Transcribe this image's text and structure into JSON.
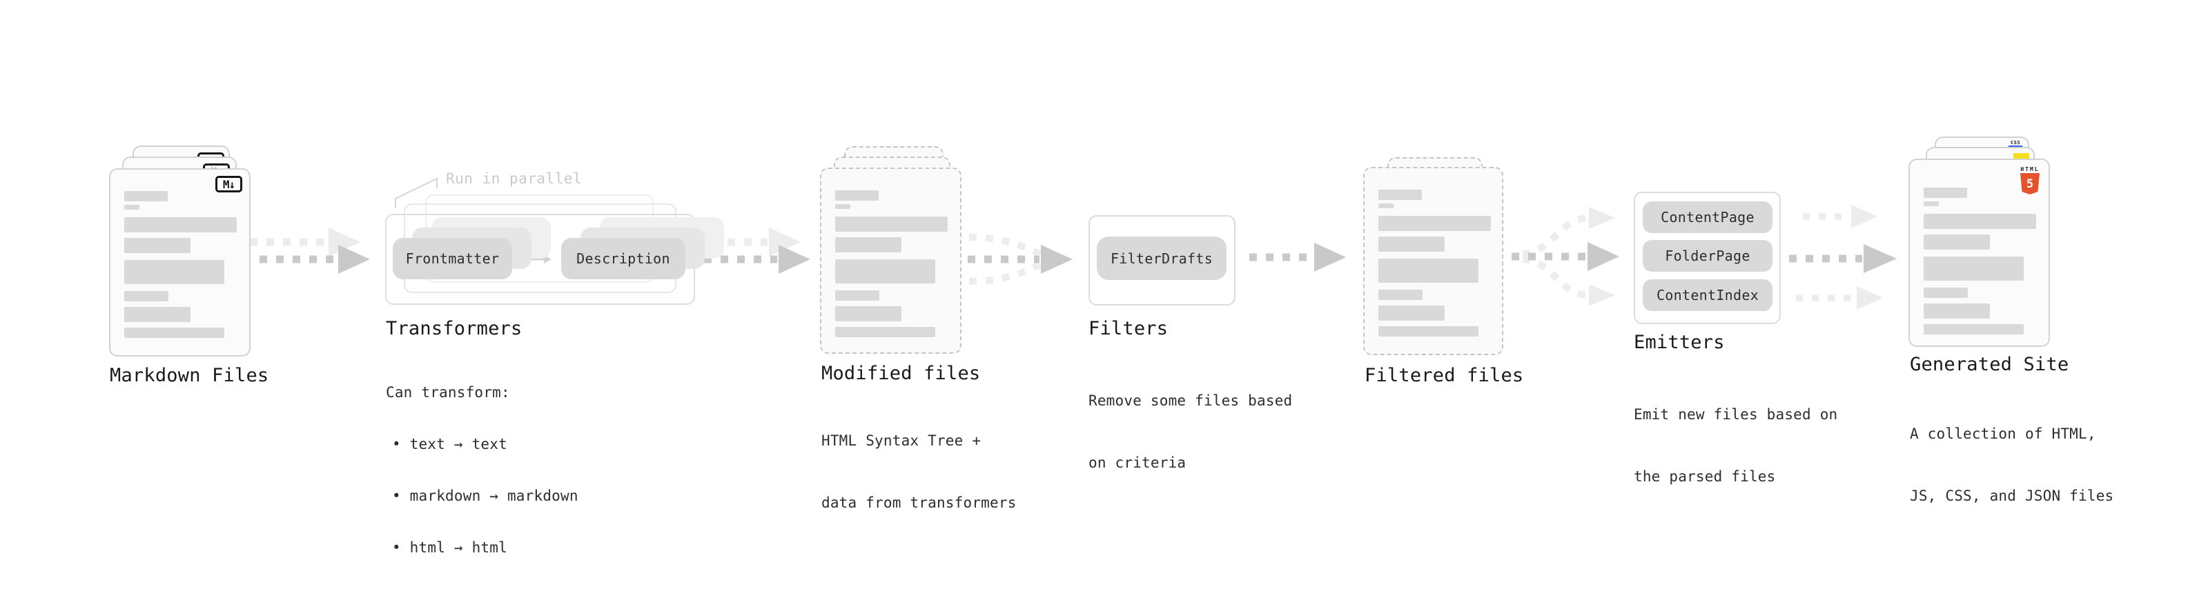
{
  "stages": {
    "markdown": {
      "label": "Markdown Files",
      "badge": "M↓"
    },
    "transformers": {
      "title": "Transformers",
      "callout": "Run in parallel",
      "pill_left": "Frontmatter",
      "pill_right": "Description",
      "body_intro": "Can transform:",
      "bullets": [
        "• text → text",
        "• markdown → markdown",
        "• html → html"
      ]
    },
    "modified": {
      "title": "Modified files",
      "subtitle_line1": "HTML Syntax Tree +",
      "subtitle_line2": "data from transformers"
    },
    "filters": {
      "title": "Filters",
      "pill": "FilterDrafts",
      "subtitle_line1": "Remove some files based",
      "subtitle_line2": "on criteria"
    },
    "filtered": {
      "title": "Filtered files"
    },
    "emitters": {
      "title": "Emitters",
      "pills": [
        "ContentPage",
        "FolderPage",
        "ContentIndex"
      ],
      "subtitle_line1": "Emit new files based on",
      "subtitle_line2": "the parsed files"
    },
    "generated": {
      "title": "Generated Site",
      "subtitle_line1": "A collection of HTML,",
      "subtitle_line2": "JS, CSS, and JSON files",
      "badge_html_label": "HTML",
      "badge_html_number": "5",
      "badge_css": "CSS"
    }
  },
  "colors": {
    "placeholder_bar": "#d9d9d9",
    "pill_bg": "#d9d9d9",
    "card_border": "#d2d2d2",
    "dashed_card_border": "#c5c5c5",
    "arrow_dark": "#c9c9c9",
    "arrow_light": "#ececec",
    "muted_callout_text": "#c9c9c9",
    "html5_orange": "#e5532d",
    "js_yellow": "#f7df1e",
    "css_blue": "#2965f1",
    "title_text": "#191919",
    "body_text": "#2d2d2d"
  }
}
